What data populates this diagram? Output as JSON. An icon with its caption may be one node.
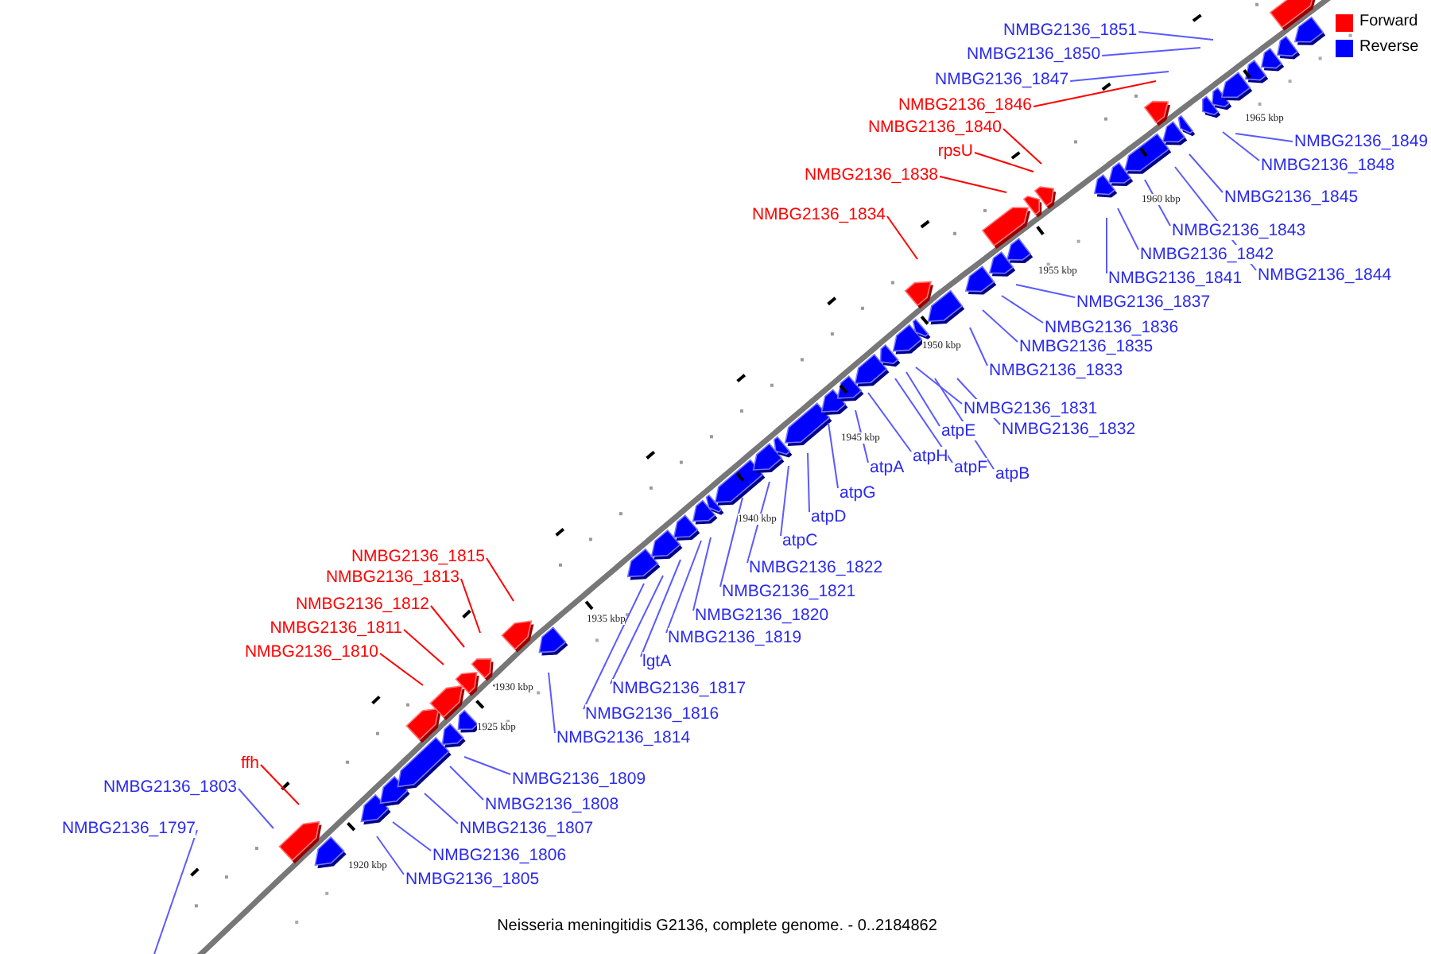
{
  "diagram": {
    "caption": "Neisseria meningitidis G2136, complete genome. - 0..2184862",
    "nodes": [
      {
        "text": [
          "NMBG2136_1851"
        ]
      },
      {
        "text": [
          "NMBG2136_1850"
        ]
      },
      {
        "text": [
          "NMBG2136_1847"
        ]
      },
      {
        "text": [
          "NMBG2136_1846"
        ]
      },
      {
        "text": [
          "NMBG2136_1840"
        ]
      },
      {
        "text": [
          "NMBG2136_1849"
        ]
      },
      {
        "text": [
          "rpsU"
        ]
      },
      {
        "text": [
          "NMBG2136_1848"
        ]
      },
      {
        "text": [
          "NMBG2136_1838"
        ]
      },
      {
        "text": [
          "NMBG2136_1845"
        ]
      },
      {
        "text": [
          "NMBG2136_1834"
        ]
      },
      {
        "text": [
          "NMBG2136_1843"
        ]
      },
      {
        "text": [
          "NMBG2136_1842"
        ]
      },
      {
        "text": [
          "NMBG2136_1844"
        ]
      },
      {
        "text": [
          "NMBG2136_1841"
        ]
      },
      {
        "text": [
          "NMBG2136_1837"
        ]
      },
      {
        "text": [
          "NMBG2136_1836"
        ]
      },
      {
        "text": [
          "NMBG2136_1835"
        ]
      },
      {
        "text": [
          "NMBG2136_1833"
        ]
      },
      {
        "text": [
          "NMBG2136_1831"
        ]
      },
      {
        "text": [
          "NMBG2136_1832"
        ]
      },
      {
        "text": [
          "atpE"
        ]
      },
      {
        "text": [
          "atpH"
        ]
      },
      {
        "text": [
          "atpA"
        ]
      },
      {
        "text": [
          "atpF"
        ]
      },
      {
        "text": [
          "atpB"
        ]
      },
      {
        "text": [
          "atpG"
        ]
      },
      {
        "text": [
          "atpD"
        ]
      },
      {
        "text": [
          "atpC"
        ]
      },
      {
        "text": [
          "NMBG2136_1815"
        ]
      },
      {
        "text": [
          "NMBG2136_1822"
        ]
      },
      {
        "text": [
          "NMBG2136_1813"
        ]
      },
      {
        "text": [
          "NMBG2136_1821"
        ]
      },
      {
        "text": [
          "NMBG2136_1812"
        ]
      },
      {
        "text": [
          "NMBG2136_1820"
        ]
      },
      {
        "text": [
          "NMBG2136_1811"
        ]
      },
      {
        "text": [
          "NMBG2136_1819"
        ]
      },
      {
        "text": [
          "NMBG2136_1810"
        ]
      },
      {
        "text": [
          "lgtA"
        ]
      },
      {
        "text": [
          "NMBG2136_1817"
        ]
      },
      {
        "text": [
          "NMBG2136_1816"
        ]
      },
      {
        "text": [
          "NMBG2136_1814"
        ]
      },
      {
        "text": [
          "ffh"
        ]
      },
      {
        "text": [
          "NMBG2136_1809"
        ]
      },
      {
        "text": [
          "NMBG2136_1803"
        ]
      },
      {
        "text": [
          "NMBG2136_1808"
        ]
      },
      {
        "text": [
          "NMBG2136_1797"
        ]
      },
      {
        "text": [
          "NMBG2136_1807"
        ]
      },
      {
        "text": [
          "NMBG2136_1806"
        ]
      },
      {
        "text": [
          "NMBG2136_1805"
        ]
      }
    ],
    "edges": [
      {
        "from": 0,
        "to": null,
        "arrow": "none"
      },
      {
        "from": 1,
        "to": null,
        "arrow": "none"
      },
      {
        "from": 2,
        "to": null,
        "arrow": "none"
      },
      {
        "from": 3,
        "to": null,
        "arrow": "none",
        "color": "#ff0000"
      },
      {
        "from": 4,
        "to": null,
        "arrow": "none",
        "color": "#ff0000"
      },
      {
        "from": 5,
        "to": null,
        "arrow": "none"
      },
      {
        "from": 6,
        "to": null,
        "arrow": "none",
        "color": "#ff0000"
      },
      {
        "from": 7,
        "to": null,
        "arrow": "none"
      },
      {
        "from": 8,
        "to": null,
        "arrow": "none",
        "color": "#ff0000"
      },
      {
        "from": 9,
        "to": null,
        "arrow": "none"
      },
      {
        "from": 10,
        "to": null,
        "arrow": "none",
        "color": "#ff0000"
      },
      {
        "from": 11,
        "to": null,
        "arrow": "none"
      },
      {
        "from": 12,
        "to": null,
        "arrow": "none"
      },
      {
        "from": 13,
        "to": null,
        "arrow": "none"
      },
      {
        "from": 14,
        "to": null,
        "arrow": "none"
      },
      {
        "from": 15,
        "to": null,
        "arrow": "none"
      },
      {
        "from": 16,
        "to": null,
        "arrow": "none"
      },
      {
        "from": 17,
        "to": null,
        "arrow": "none"
      },
      {
        "from": 18,
        "to": null,
        "arrow": "none"
      },
      {
        "from": 19,
        "to": null,
        "arrow": "none"
      },
      {
        "from": 20,
        "to": null,
        "arrow": "none"
      },
      {
        "from": 21,
        "to": null,
        "arrow": "none"
      },
      {
        "from": 22,
        "to": null,
        "arrow": "none"
      },
      {
        "from": 23,
        "to": null,
        "arrow": "none"
      },
      {
        "from": 24,
        "to": null,
        "arrow": "none"
      },
      {
        "from": 25,
        "to": null,
        "arrow": "none"
      },
      {
        "from": 26,
        "to": null,
        "arrow": "none"
      },
      {
        "from": 27,
        "to": null,
        "arrow": "none"
      },
      {
        "from": 28,
        "to": null,
        "arrow": "none"
      },
      {
        "from": 29,
        "to": null,
        "arrow": "none",
        "color": "#ff0000"
      },
      {
        "from": 30,
        "to": null,
        "arrow": "none"
      },
      {
        "from": 31,
        "to": null,
        "arrow": "none",
        "color": "#ff0000"
      },
      {
        "from": 32,
        "to": null,
        "arrow": "none"
      },
      {
        "from": 33,
        "to": null,
        "arrow": "none",
        "color": "#ff0000"
      },
      {
        "from": 34,
        "to": null,
        "arrow": "none"
      },
      {
        "from": 35,
        "to": null,
        "arrow": "none",
        "color": "#ff0000"
      },
      {
        "from": 36,
        "to": null,
        "arrow": "none"
      },
      {
        "from": 37,
        "to": null,
        "arrow": "none",
        "color": "#ff0000"
      },
      {
        "from": 38,
        "to": null,
        "arrow": "none"
      },
      {
        "from": 39,
        "to": null,
        "arrow": "none"
      },
      {
        "from": 40,
        "to": null,
        "arrow": "none"
      },
      {
        "from": 41,
        "to": null,
        "arrow": "none"
      },
      {
        "from": 42,
        "to": null,
        "arrow": "none",
        "color": "#ff0000"
      },
      {
        "from": 43,
        "to": null,
        "arrow": "none"
      },
      {
        "from": 44,
        "to": null,
        "arrow": "none"
      },
      {
        "from": 45,
        "to": null,
        "arrow": "none"
      },
      {
        "from": 46,
        "to": null,
        "arrow": "none"
      },
      {
        "from": 47,
        "to": null,
        "arrow": "none"
      },
      {
        "from": 48,
        "to": null,
        "arrow": "none"
      },
      {
        "from": 49,
        "to": null,
        "arrow": "none"
      }
    ],
    "labels": [
      "1920 kbp",
      "1925 kbp",
      "1930 kbp",
      "1935 kbp",
      "1940 kbp",
      "1945 kbp",
      "1950 kbp",
      "1955 kbp",
      "1960 kbp",
      "1965 kbp"
    ],
    "legend": [
      {
        "text": "Forward",
        "color": "#ff0000"
      },
      {
        "text": "Reverse",
        "color": "#0000ff"
      }
    ]
  }
}
